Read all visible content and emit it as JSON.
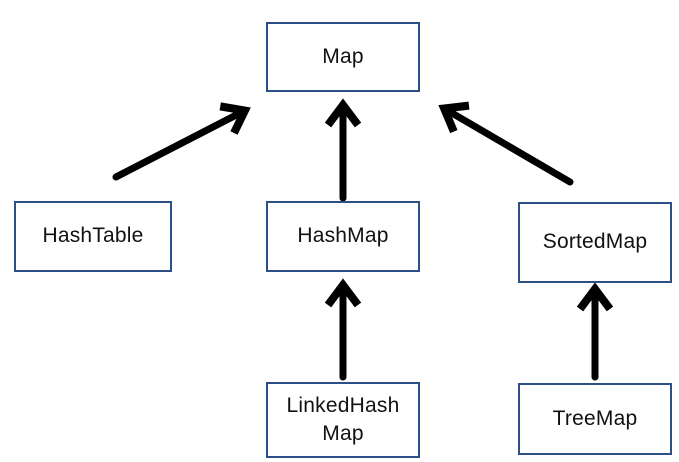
{
  "diagram": {
    "colors": {
      "box_border": "#2C4F87",
      "box_fill": "#FFFFFF",
      "arrow": "#000000",
      "text": "#111111"
    },
    "nodes": {
      "map": {
        "label": "Map"
      },
      "hashtable": {
        "label": "HashTable"
      },
      "hashmap": {
        "label": "HashMap"
      },
      "sortedmap": {
        "label": "SortedMap"
      },
      "linkedhashmap": {
        "label": "LinkedHash\nMap"
      },
      "treemap": {
        "label": "TreeMap"
      }
    },
    "edges": [
      {
        "from": "HashTable",
        "to": "Map",
        "style": "arrow"
      },
      {
        "from": "HashMap",
        "to": "Map",
        "style": "arrow"
      },
      {
        "from": "SortedMap",
        "to": "Map",
        "style": "arrow"
      },
      {
        "from": "LinkedHashMap",
        "to": "HashMap",
        "style": "arrow"
      },
      {
        "from": "TreeMap",
        "to": "SortedMap",
        "style": "arrow"
      }
    ]
  }
}
